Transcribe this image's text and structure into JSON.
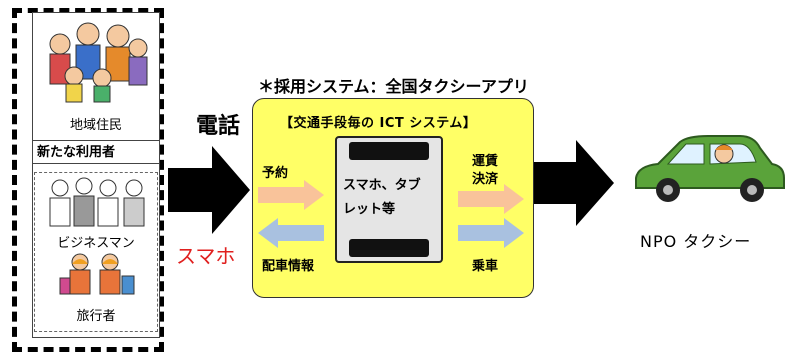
{
  "left_panel": {
    "residents_label": "地域住民",
    "new_users_label": "新たな利用者",
    "business_label": "ビジネスマン",
    "traveler_label": "旅行者"
  },
  "channels": {
    "phone_label": "電話",
    "smartphone_label": "スマホ"
  },
  "system_caption": "＊採用システム：全国タクシーアプリ",
  "ict_panel": {
    "title": "【交通手段毎の ICT システム】",
    "device_line1": "スマホ、タブ",
    "device_line2": "レット等",
    "left_top_label": "予約",
    "left_bottom_label": "配車情報",
    "right_top_label_1": "運賃",
    "right_top_label_2": "決済",
    "right_bottom_label": "乗車"
  },
  "taxi_label": "NPO タクシー",
  "colors": {
    "panel_yellow": "#ffff66",
    "arrow_orange": "#f9c39a",
    "arrow_blue": "#a9c1e0",
    "car_green": "#5aa33a",
    "smartphone_red": "#e0201f"
  }
}
